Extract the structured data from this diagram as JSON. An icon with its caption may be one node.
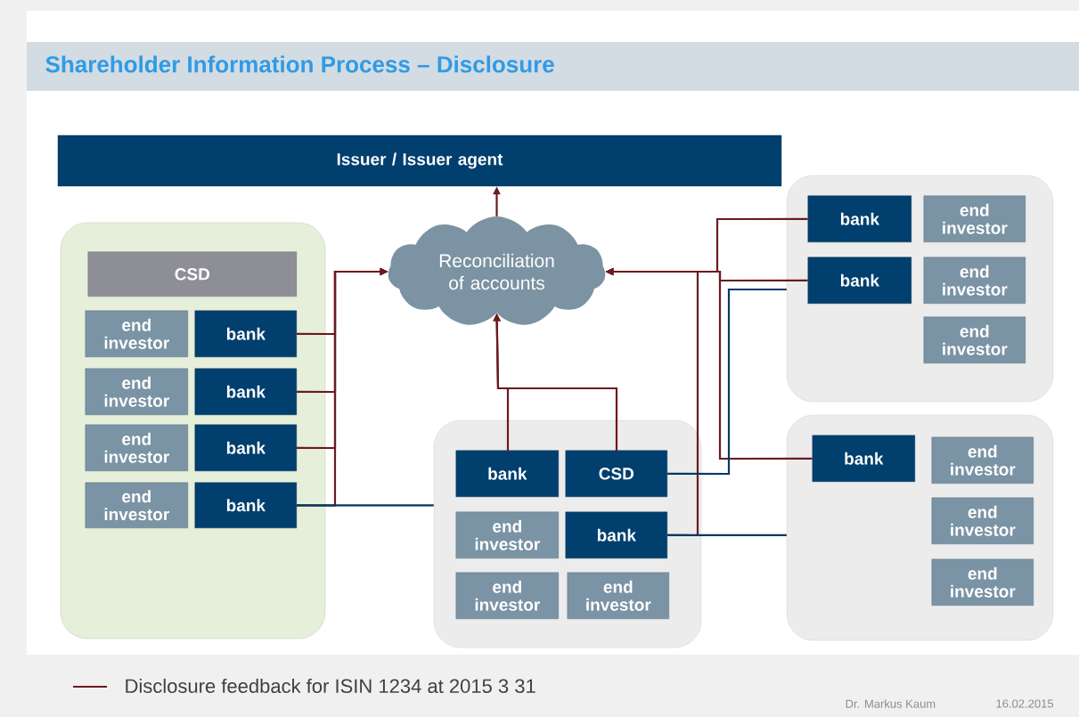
{
  "diagram": {
    "title": "Shareholder Information Process – Disclosure",
    "nodes": [
      {
        "text": [
          "Issuer / Issuer agent"
        ]
      },
      {
        "text": [
          "Reconciliation of accounts"
        ]
      },
      {
        "text": [],
        "shape": "box"
      },
      {
        "text": [
          "CSD"
        ],
        "in": 2
      },
      {
        "text": [
          "end investor"
        ],
        "in": 2
      },
      {
        "text": [
          "bank"
        ],
        "in": 2
      },
      {
        "text": [
          "end investor"
        ],
        "in": 2
      },
      {
        "text": [
          "bank"
        ],
        "in": 2
      },
      {
        "text": [
          "end investor"
        ],
        "in": 2
      },
      {
        "text": [
          "bank"
        ],
        "in": 2
      },
      {
        "text": [
          "end investor"
        ],
        "in": 2
      },
      {
        "text": [
          "bank"
        ],
        "in": 2
      },
      {
        "text": [],
        "shape": "box"
      },
      {
        "text": [
          "bank"
        ],
        "in": 12
      },
      {
        "text": [
          "CSD"
        ],
        "in": 12
      },
      {
        "text": [
          "end investor"
        ],
        "in": 12
      },
      {
        "text": [
          "bank"
        ],
        "in": 12
      },
      {
        "text": [
          "end investor"
        ],
        "in": 12
      },
      {
        "text": [
          "end investor"
        ],
        "in": 12
      },
      {
        "text": [],
        "shape": "box"
      },
      {
        "text": [
          "bank"
        ],
        "in": 19
      },
      {
        "text": [
          "end investor"
        ],
        "in": 19
      },
      {
        "text": [
          "bank"
        ],
        "in": 19
      },
      {
        "text": [
          "end investor"
        ],
        "in": 19
      },
      {
        "text": [
          "end investor"
        ],
        "in": 19
      },
      {
        "text": [],
        "shape": "box"
      },
      {
        "text": [
          "bank"
        ],
        "in": 25
      },
      {
        "text": [
          "end investor"
        ],
        "in": 25
      },
      {
        "text": [
          "end investor"
        ],
        "in": 25
      },
      {
        "text": [
          "end investor"
        ],
        "in": 25
      }
    ],
    "edges": [
      {
        "from": 1,
        "to": 0,
        "arrow": "to"
      },
      {
        "from": 5,
        "to": 1,
        "arrow": "to"
      },
      {
        "from": 7,
        "to": 1,
        "arrow": "to"
      },
      {
        "from": 9,
        "to": 1,
        "arrow": "to"
      },
      {
        "from": 11,
        "to": 1,
        "arrow": "to"
      },
      {
        "from": 13,
        "to": 1,
        "arrow": "to"
      },
      {
        "from": 14,
        "to": 1,
        "arrow": "to"
      },
      {
        "from": 20,
        "to": 1,
        "arrow": "to"
      },
      {
        "from": 22,
        "to": 1,
        "arrow": "to"
      },
      {
        "from": 26,
        "to": 1,
        "arrow": "to"
      },
      {
        "from": 16,
        "to": 1,
        "arrow": "to"
      },
      {
        "from": 11,
        "to": 12,
        "arrow": "none",
        "color": "#003865"
      },
      {
        "from": 14,
        "to": 19,
        "arrow": "none",
        "color": "#003865"
      },
      {
        "from": 16,
        "to": 25,
        "arrow": "none",
        "color": "#003865"
      }
    ],
    "labels": [
      "Dr. Markus Kaum",
      "16.02.2015"
    ],
    "legend": [
      {
        "text": "Disclosure feedback for ISIN 1234 at 2015 3 31"
      }
    ]
  }
}
